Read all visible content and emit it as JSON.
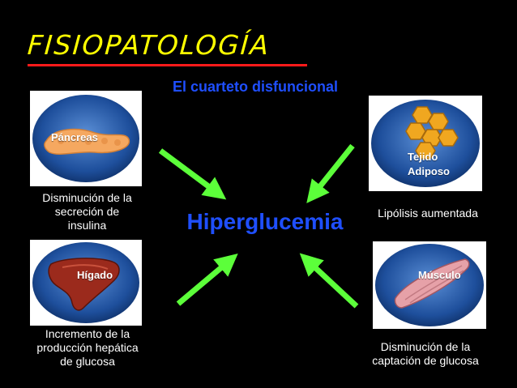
{
  "slide": {
    "title": "FISIOPATOLOGÍA",
    "subtitle": "El cuarteto disfuncional",
    "center": "Hiperglucemia"
  },
  "cards": {
    "pancreas": {
      "image_text": "Páncreas",
      "caption_lines": [
        "Disminución de la",
        "secreción de",
        "insulina"
      ]
    },
    "adipose": {
      "image_text_lines": [
        "Tejido",
        "Adiposo"
      ],
      "caption": "Lipólisis aumentada"
    },
    "liver": {
      "image_text": "Hígado",
      "caption_lines": [
        "Incremento de la",
        "producción hepática",
        "de glucosa"
      ]
    },
    "muscle": {
      "image_text": "Músculo",
      "caption_lines": [
        "Disminución de la",
        "captación de glucosa"
      ]
    }
  },
  "colors": {
    "title": "#ffff00",
    "title_underline": "#ff1a1a",
    "accent_blue": "#1f4fff",
    "arrow": "#5cff3a"
  }
}
